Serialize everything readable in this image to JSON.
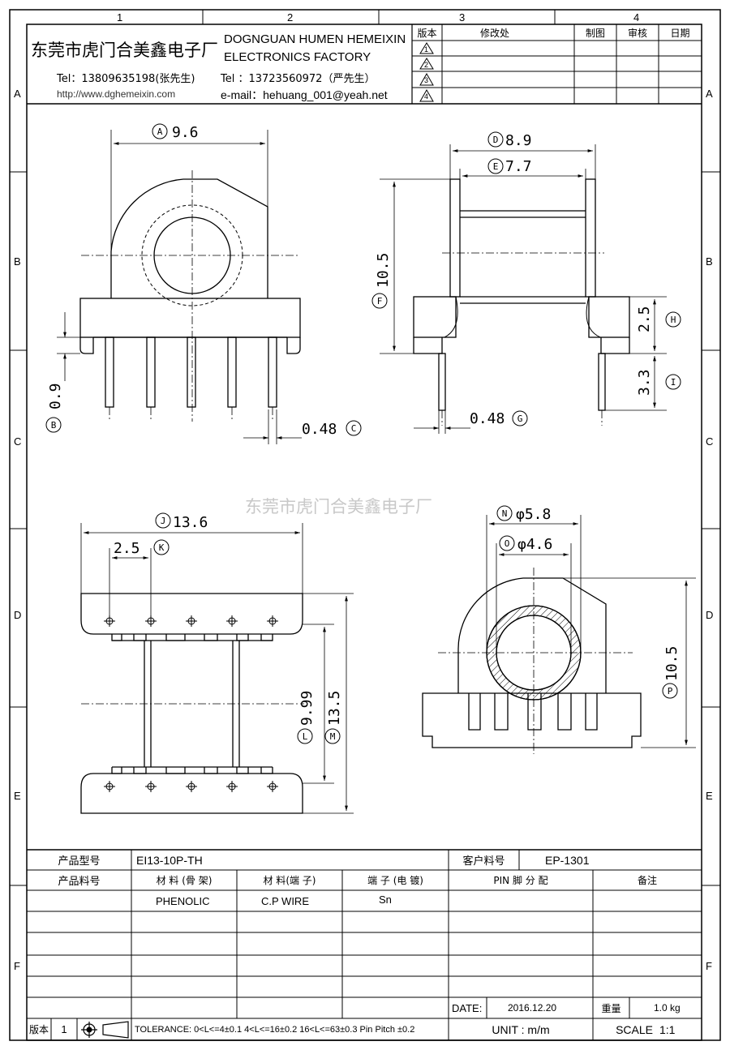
{
  "grid": {
    "cols": [
      "1",
      "2",
      "3",
      "4"
    ],
    "rows": [
      "A",
      "B",
      "C",
      "D",
      "E",
      "F"
    ]
  },
  "company": {
    "name_cn": "东莞市虎门合美鑫电子厂",
    "name_en_1": "DOGNGUAN HUMEN HEMEIXIN",
    "name_en_2": "ELECTRONICS FACTORY",
    "tel1": "Tel：13809635198(张先生)",
    "url": "http://www.dghemeixin.com",
    "tel2": "Tel ：13723560972（严先生）",
    "email": "e-mail：hehuang_001@yeah.net"
  },
  "revision_table": {
    "headers": [
      "版本",
      "修改处",
      "制图",
      "审核",
      "日期"
    ],
    "rows": [
      "1",
      "2",
      "3",
      "4"
    ]
  },
  "dims": {
    "A": "9.6",
    "B": "0.9",
    "C": "0.48",
    "D": "8.9",
    "E": "7.7",
    "F": "10.5",
    "G": "0.48",
    "H": "2.5",
    "I": "3.3",
    "J": "13.6",
    "K": "2.5",
    "L": "9.99",
    "M": "13.5",
    "N": "φ5.8",
    "O": "φ4.6",
    "P": "10.5"
  },
  "watermark": "东莞市虎门合美鑫电子厂",
  "info_table": {
    "product_model_label": "产品型号",
    "product_model": "EI13-10P-TH",
    "customer_code_label": "客户料号",
    "customer_code": "EP-1301",
    "product_code_label": "产品料号",
    "material_frame_label": "材 料 (骨 架)",
    "material_pin_label": "材 料(端 子)",
    "plating_label": "端 子 (电 镀)",
    "pin_assign_label": "PIN 脚 分 配",
    "remarks_label": "备注",
    "material_frame": "PHENOLIC",
    "material_pin": "C.P WIRE",
    "plating": "Sn",
    "date_label": "DATE:",
    "date": "2016.12.20",
    "weight_label": "重量",
    "weight": "1.0 kg",
    "version_label": "版本",
    "version": "1",
    "tolerance": "TOLERANCE:  0<L<=4±0.1  4<L<=16±0.2  16<L<=63±0.3  Pin Pitch  ±0.2",
    "unit": "UNIT : m/m",
    "scale_label": "SCALE",
    "scale": "1:1"
  }
}
